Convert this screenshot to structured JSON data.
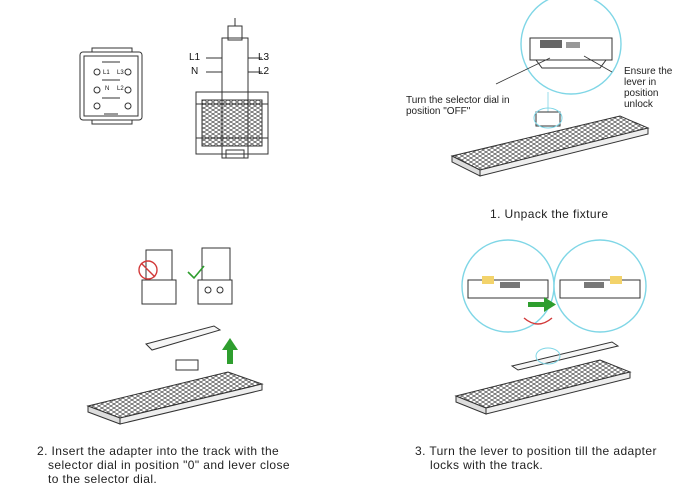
{
  "wiring": {
    "l1": "L1",
    "n": "N",
    "l3": "L3",
    "l2": "L2",
    "small_l1": "L1",
    "small_n": "N",
    "small_l3": "L3",
    "small_l2": "L2"
  },
  "step1": {
    "callout_left": "Turn the selector dial in position \"OFF\"",
    "callout_right": "Ensure the lever in position unlock",
    "caption": "1. Unpack the fixture"
  },
  "step2": {
    "caption_line1": "2. Insert the adapter into the track with the",
    "caption_line2": "selector dial in position \"0\" and lever close",
    "caption_line3": "to the selector dial."
  },
  "step3": {
    "caption_line1": "3. Turn the lever to position till the adapter",
    "caption_line2": "locks with the track."
  },
  "colors": {
    "ok": "#2e9e2e",
    "wrong": "#d23a3a",
    "lens": "#7fd6e6",
    "highlight": "#f3d36b"
  }
}
